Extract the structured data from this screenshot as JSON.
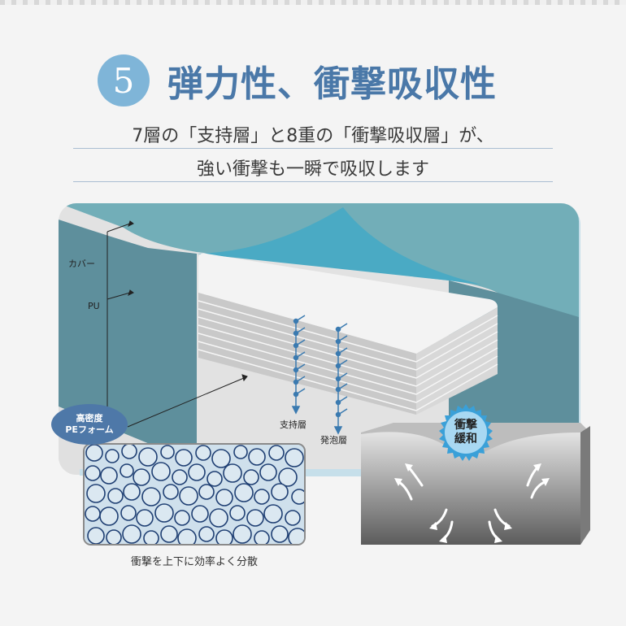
{
  "heading": {
    "number": "5",
    "title": "弾力性、衝撃吸収性"
  },
  "subtitle": {
    "line1": "7層の「支持層」と8重の「衝撃吸収層」が、",
    "line2": "強い衝撃も一瞬で吸収します"
  },
  "diagram": {
    "labels": {
      "cover": "カバー",
      "pu": "PU",
      "pe_line1": "高密度",
      "pe_line2": "PEフォーム",
      "support_layer": "支持層",
      "foam_layer": "発泡層"
    },
    "foam_caption": "衝撃を上下に効率よく分散",
    "impact_badge_line1": "衝撃",
    "impact_badge_line2": "緩和"
  },
  "colors": {
    "badge": "#7fb5d8",
    "title": "#4a78a8",
    "cover_teal": "#5e8f9c",
    "cover_top": "#72aeb8",
    "pe_bubble": "#4e78a8",
    "arrow_blue": "#3a7ab0"
  }
}
